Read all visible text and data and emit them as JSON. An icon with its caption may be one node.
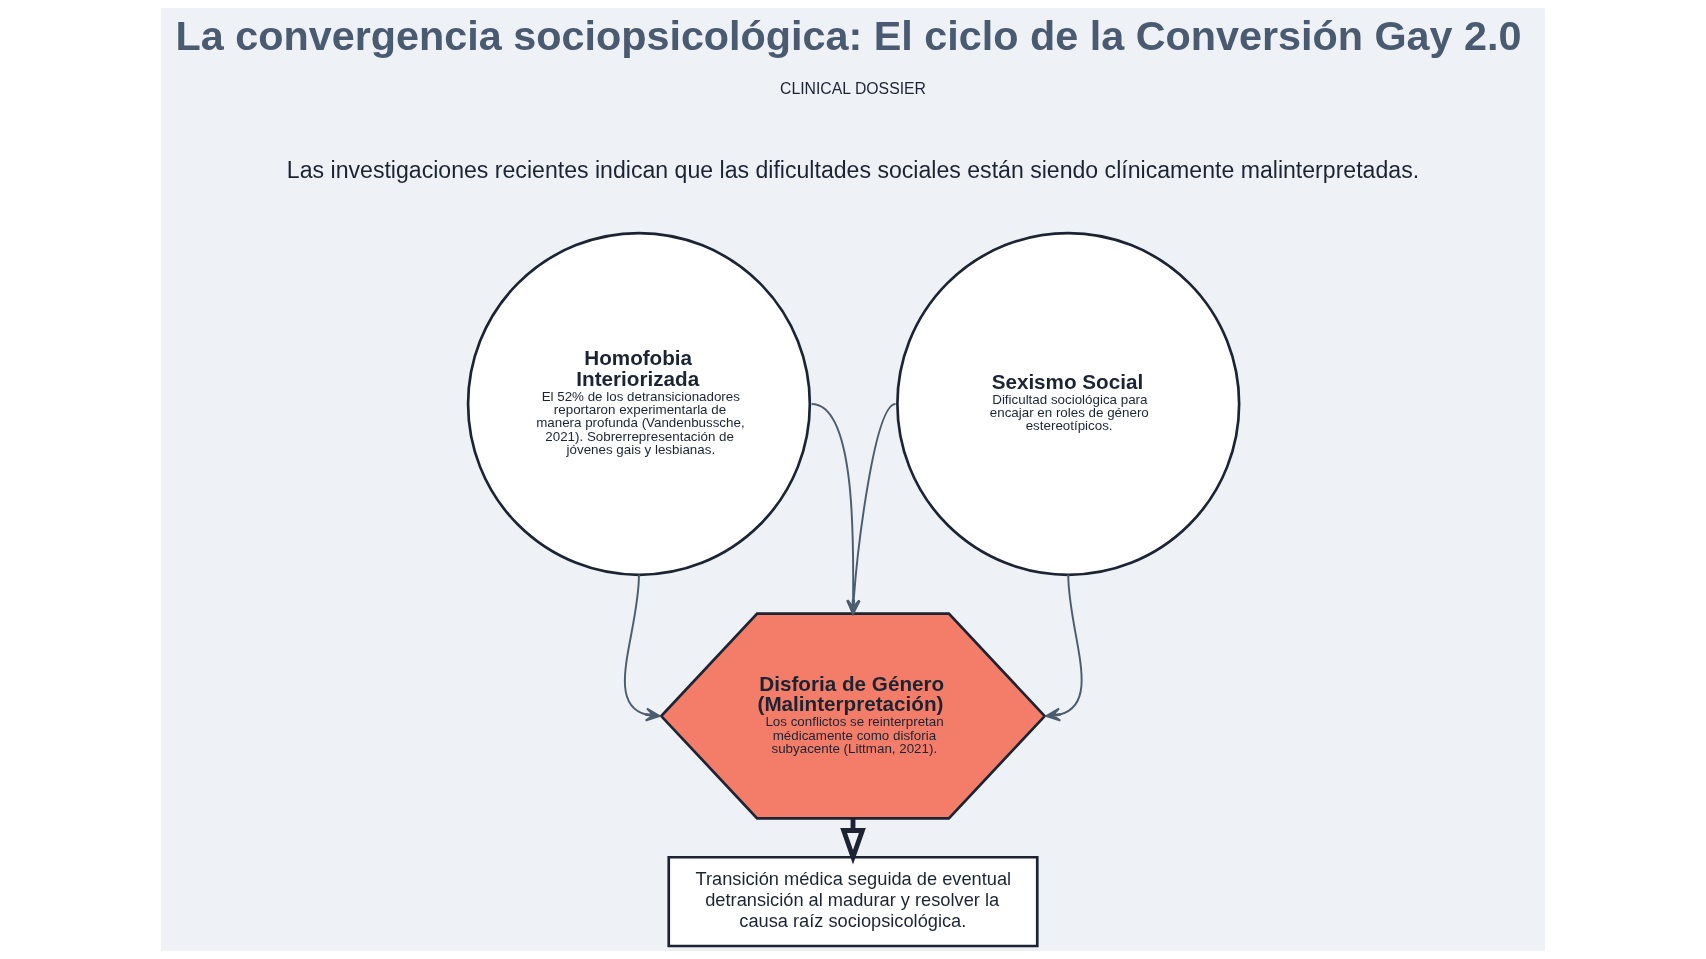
{
  "diagram": {
    "title": "La convergencia sociopsicológica: El ciclo de la Conversión Gay 2.0",
    "nodes": [
      {
        "text": [
          "Homofobia Interiorizada",
          "El 52% de los detransicionadores reportaron experimentarla de manera profunda (Vandenbussche, 2021). Sobrerrepresentación de jóvenes gais y lesbianas."
        ]
      },
      {
        "text": [
          "Sexismo Social",
          "Dificultad sociológica para encajar en roles de género estereotípicos."
        ]
      },
      {
        "text": [
          "Disforia de Género (Malinterpretación)",
          "Los conflictos se reinterpretan médicamente como disforia subyacente (Littman, 2021)."
        ]
      },
      {
        "text": [
          "Transición médica seguida de eventual detransición al madurar y resolver la causa raíz sociopsicológica."
        ]
      }
    ],
    "edges": [
      {
        "from": 0,
        "to": 2,
        "arrow": "to"
      },
      {
        "from": 1,
        "to": 2,
        "arrow": "to"
      },
      {
        "from": 0,
        "to": 2,
        "arrow": "to"
      },
      {
        "from": 1,
        "to": 2,
        "arrow": "to"
      },
      {
        "from": 2,
        "to": 3,
        "arrow": "to",
        "style": "thick"
      }
    ],
    "labels": [
      "CLINICAL DOSSIER",
      "Las investigaciones recientes indican que las dificultades sociales están siendo clínicamente malinterpretadas."
    ]
  }
}
